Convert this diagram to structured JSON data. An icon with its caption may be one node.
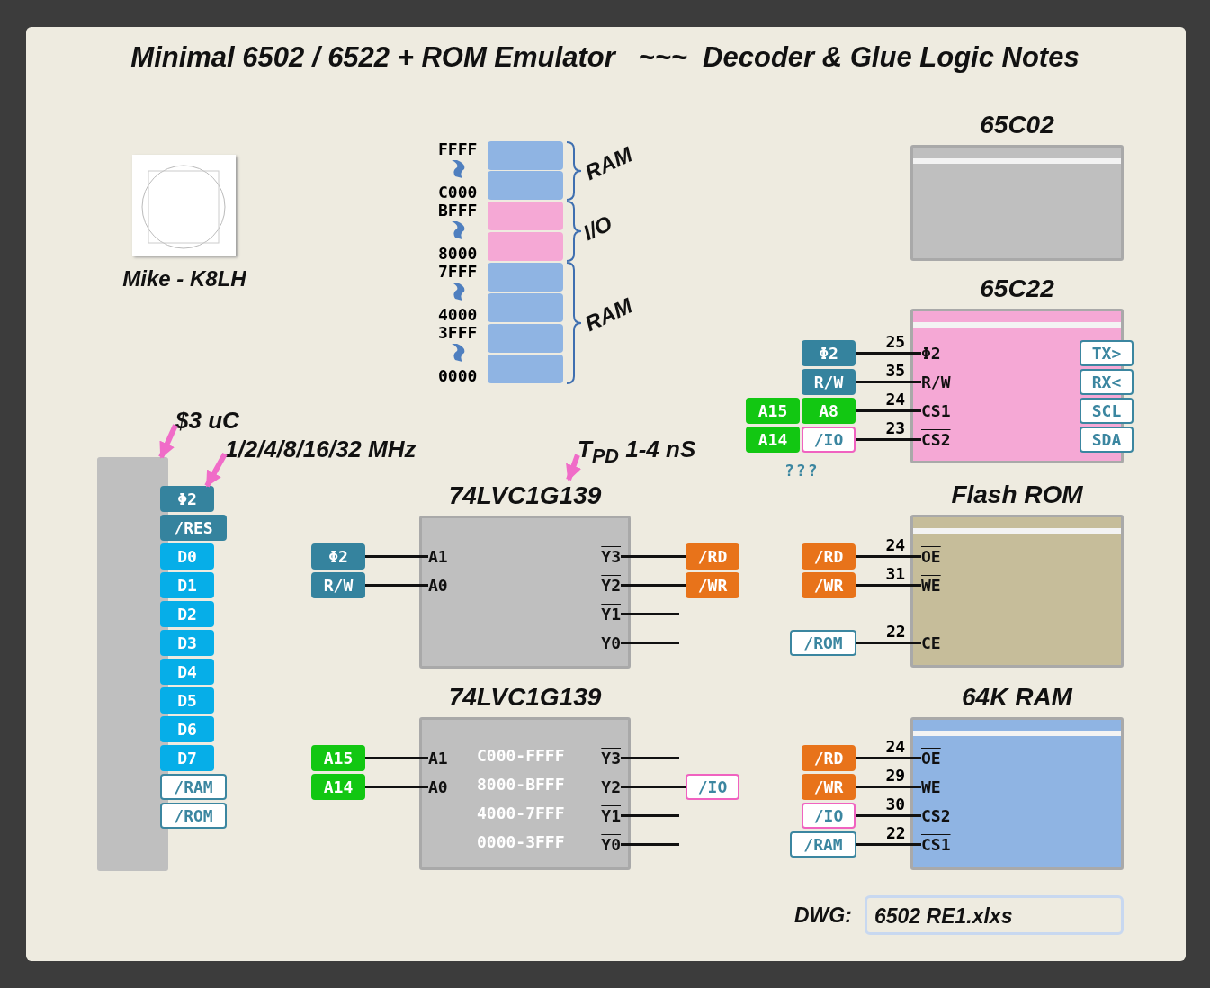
{
  "diagram": {
    "title": "Minimal 6502 / 6522 + ROM Emulator ~~~ Decoder & Glue Logic Notes",
    "nodes": [
      {
        "text": [
          "$3 uC"
        ]
      },
      {
        "text": [],
        "shape": "bar"
      },
      {
        "text": [
          "Φ2"
        ]
      },
      {
        "text": [
          "/RES"
        ]
      },
      {
        "text": [
          "D0"
        ]
      },
      {
        "text": [
          "D1"
        ]
      },
      {
        "text": [
          "D2"
        ]
      },
      {
        "text": [
          "D3"
        ]
      },
      {
        "text": [
          "D4"
        ]
      },
      {
        "text": [
          "D5"
        ]
      },
      {
        "text": [
          "D6"
        ]
      },
      {
        "text": [
          "D7"
        ]
      },
      {
        "text": [
          "/RAM"
        ]
      },
      {
        "text": [
          "/ROM"
        ]
      },
      {
        "text": [
          "1/2/4/8/16/32 MHz"
        ]
      },
      {
        "text": [
          "T$_{PD}$ 1-4 nS"
        ]
      },
      {
        "text": [
          "74LVC1G139"
        ]
      },
      {
        "text": [
          "A1"
        ],
        "in": 16
      },
      {
        "text": [
          "Y3"
        ],
        "in": 16
      },
      {
        "text": [
          "A0"
        ],
        "in": 16
      },
      {
        "text": [
          "Y2"
        ],
        "in": 16
      },
      {
        "text": [
          "Y1"
        ],
        "in": 16
      },
      {
        "text": [
          "Y0"
        ],
        "in": 16
      },
      {
        "text": [
          "Φ2"
        ]
      },
      {
        "text": [
          "R/W"
        ]
      },
      {
        "text": [
          "/RD"
        ]
      },
      {
        "text": [
          "/WR"
        ]
      },
      {
        "text": [
          "74LVC1G139"
        ]
      },
      {
        "text": [
          "A1"
        ],
        "in": 27
      },
      {
        "text": [
          "Y3"
        ],
        "in": 27
      },
      {
        "text": [
          "A0"
        ],
        "in": 27
      },
      {
        "text": [
          "Y2"
        ],
        "in": 27
      },
      {
        "text": [
          "Y1"
        ],
        "in": 27
      },
      {
        "text": [
          "Y0"
        ],
        "in": 27
      },
      {
        "text": [
          "A15"
        ]
      },
      {
        "text": [
          "A14"
        ]
      },
      {
        "text": [
          "/IO"
        ]
      },
      {
        "text": [
          "65C02"
        ]
      },
      {
        "text": [
          "65C22"
        ]
      },
      {
        "text": [
          "Φ2"
        ],
        "in": 38
      },
      {
        "text": [
          "R/W"
        ],
        "in": 38
      },
      {
        "text": [
          "CS1"
        ],
        "in": 38
      },
      {
        "text": [
          "CS2"
        ],
        "in": 38
      },
      {
        "text": [
          "TX>"
        ]
      },
      {
        "text": [
          "RX<"
        ]
      },
      {
        "text": [
          "SCL"
        ]
      },
      {
        "text": [
          "SDA"
        ]
      },
      {
        "text": [
          "Φ2"
        ]
      },
      {
        "text": [
          "R/W"
        ]
      },
      {
        "text": [
          "A15"
        ]
      },
      {
        "text": [
          "A8"
        ]
      },
      {
        "text": [
          "A14"
        ]
      },
      {
        "text": [
          "/IO"
        ]
      },
      {
        "text": [
          "Flash ROM"
        ]
      },
      {
        "text": [
          "OE"
        ],
        "in": 53
      },
      {
        "text": [
          "WE"
        ],
        "in": 53
      },
      {
        "text": [
          "CE"
        ],
        "in": 53
      },
      {
        "text": [
          "/RD"
        ]
      },
      {
        "text": [
          "/WR"
        ]
      },
      {
        "text": [
          "/ROM"
        ]
      },
      {
        "text": [
          "64K RAM"
        ]
      },
      {
        "text": [
          "OE"
        ],
        "in": 60
      },
      {
        "text": [
          "WE"
        ],
        "in": 60
      },
      {
        "text": [
          "CS2"
        ],
        "in": 60
      },
      {
        "text": [
          "CS1"
        ],
        "in": 60
      },
      {
        "text": [
          "/RD"
        ]
      },
      {
        "text": [
          "/WR"
        ]
      },
      {
        "text": [
          "/IO"
        ]
      },
      {
        "text": [
          "/RAM"
        ]
      },
      {
        "text": [
          "6502 RE1.xlxs"
        ],
        "beside": [
          "DWG:"
        ]
      }
    ],
    "edges": [
      {
        "from": 0,
        "to": 1,
        "arrow": "to",
        "style": "thick",
        "color": "#f06cc8"
      },
      {
        "from": 14,
        "to": 2,
        "arrow": "to",
        "style": "thick",
        "color": "#f06cc8"
      },
      {
        "from": 15,
        "to": 16,
        "arrow": "to",
        "style": "thick",
        "color": "#f06cc8"
      },
      {
        "from": 23,
        "to": 17,
        "arrow": "none"
      },
      {
        "from": 24,
        "to": 19,
        "arrow": "none"
      },
      {
        "from": 18,
        "to": 25,
        "arrow": "none"
      },
      {
        "from": 20,
        "to": 26,
        "arrow": "none"
      },
      {
        "from": 21,
        "to": null,
        "arrow": "none"
      },
      {
        "from": 22,
        "to": null,
        "arrow": "none"
      },
      {
        "from": 34,
        "to": 28,
        "arrow": "none"
      },
      {
        "from": 35,
        "to": 30,
        "arrow": "none"
      },
      {
        "from": 29,
        "to": null,
        "arrow": "none"
      },
      {
        "from": 31,
        "to": 36,
        "arrow": "none"
      },
      {
        "from": 32,
        "to": null,
        "arrow": "none"
      },
      {
        "from": 33,
        "to": null,
        "arrow": "none"
      },
      {
        "from": 47,
        "to": 39,
        "arrow": "none",
        "label": "25"
      },
      {
        "from": 48,
        "to": 40,
        "arrow": "none",
        "label": "35"
      },
      {
        "from": 50,
        "to": 41,
        "arrow": "none",
        "label": "24"
      },
      {
        "from": 52,
        "to": 42,
        "arrow": "none",
        "label": "23"
      },
      {
        "from": 57,
        "to": 54,
        "arrow": "none",
        "label": "24"
      },
      {
        "from": 58,
        "to": 55,
        "arrow": "none",
        "label": "31"
      },
      {
        "from": 59,
        "to": 56,
        "arrow": "none",
        "label": "22"
      },
      {
        "from": 65,
        "to": 61,
        "arrow": "none",
        "label": "24"
      },
      {
        "from": 66,
        "to": 62,
        "arrow": "none",
        "label": "29"
      },
      {
        "from": 67,
        "to": 63,
        "arrow": "none",
        "label": "30"
      },
      {
        "from": 68,
        "to": 64,
        "arrow": "none",
        "label": "22"
      }
    ],
    "labels": [
      "Mike - K8LH",
      "FFFF",
      "RAM",
      "C000",
      "BFFF",
      "I/O",
      "8000",
      "7FFF",
      "RAM",
      "4000",
      "3FFF",
      "0000",
      "???",
      "C000-FFFF",
      "8000-BFFF",
      "4000-7FFF",
      "0000-3FFF"
    ]
  }
}
